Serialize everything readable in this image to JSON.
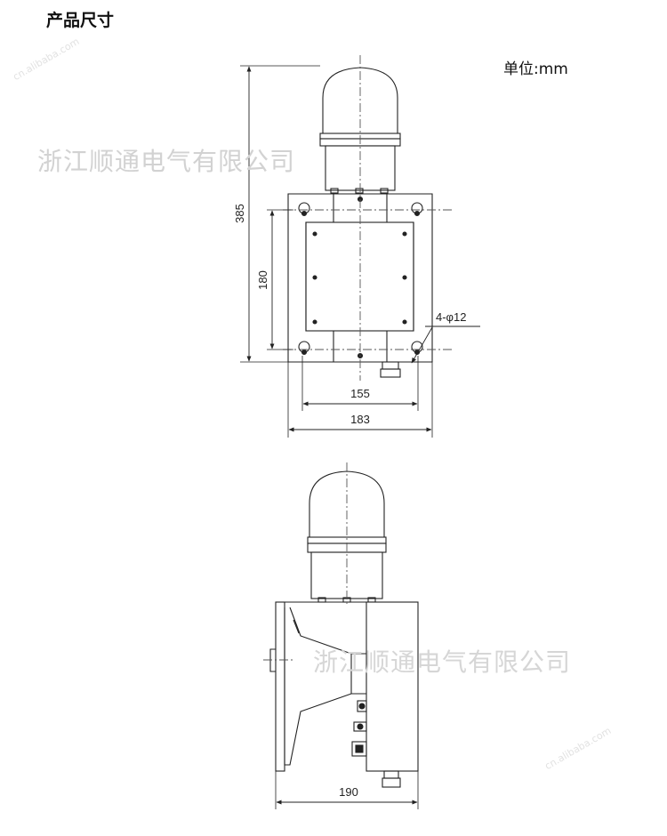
{
  "header": {
    "title": "产品尺寸",
    "unit_label": "单位:mm"
  },
  "watermark": {
    "company": "浙江顺通电气有限公司",
    "site": "cn.alibaba.com"
  },
  "front_view": {
    "dims": {
      "total_height": "385",
      "hole_spacing_vertical": "180",
      "hole_spacing_horizontal": "155",
      "bracket_width": "183",
      "mounting_holes": "4-φ12"
    }
  },
  "side_view": {
    "dims": {
      "depth": "190"
    }
  },
  "colors": {
    "line": "#222222",
    "dash": "#555555",
    "watermark": "#d2d2d2"
  }
}
